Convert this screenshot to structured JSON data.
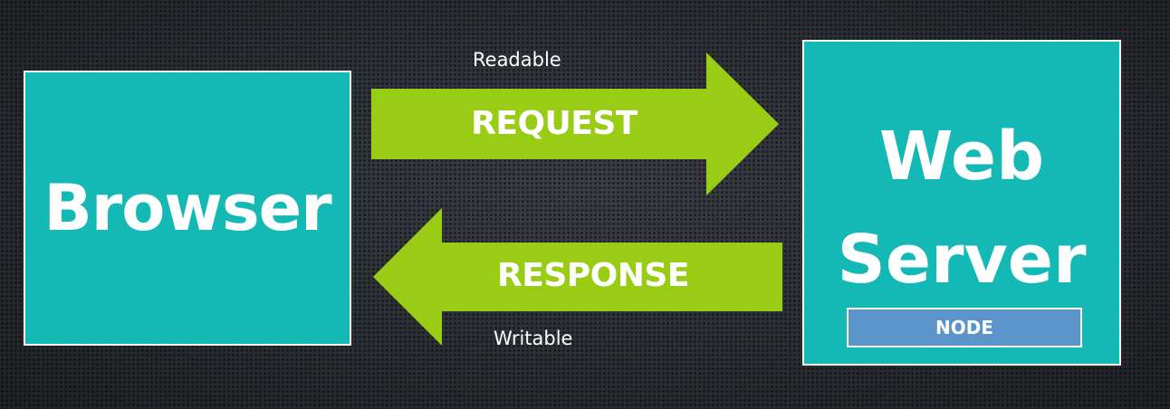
{
  "browser": {
    "label": "Browser"
  },
  "server": {
    "line1": "Web",
    "line2": "Server",
    "badge": "NODE"
  },
  "request": {
    "label": "REQUEST",
    "caption": "Readable"
  },
  "response": {
    "label": "RESPONSE",
    "caption": "Writable"
  },
  "colors": {
    "box_fill": "#14b8b4",
    "arrow_fill": "#99cc14",
    "badge_fill": "#5b94c8",
    "background": "#2b2e33"
  }
}
